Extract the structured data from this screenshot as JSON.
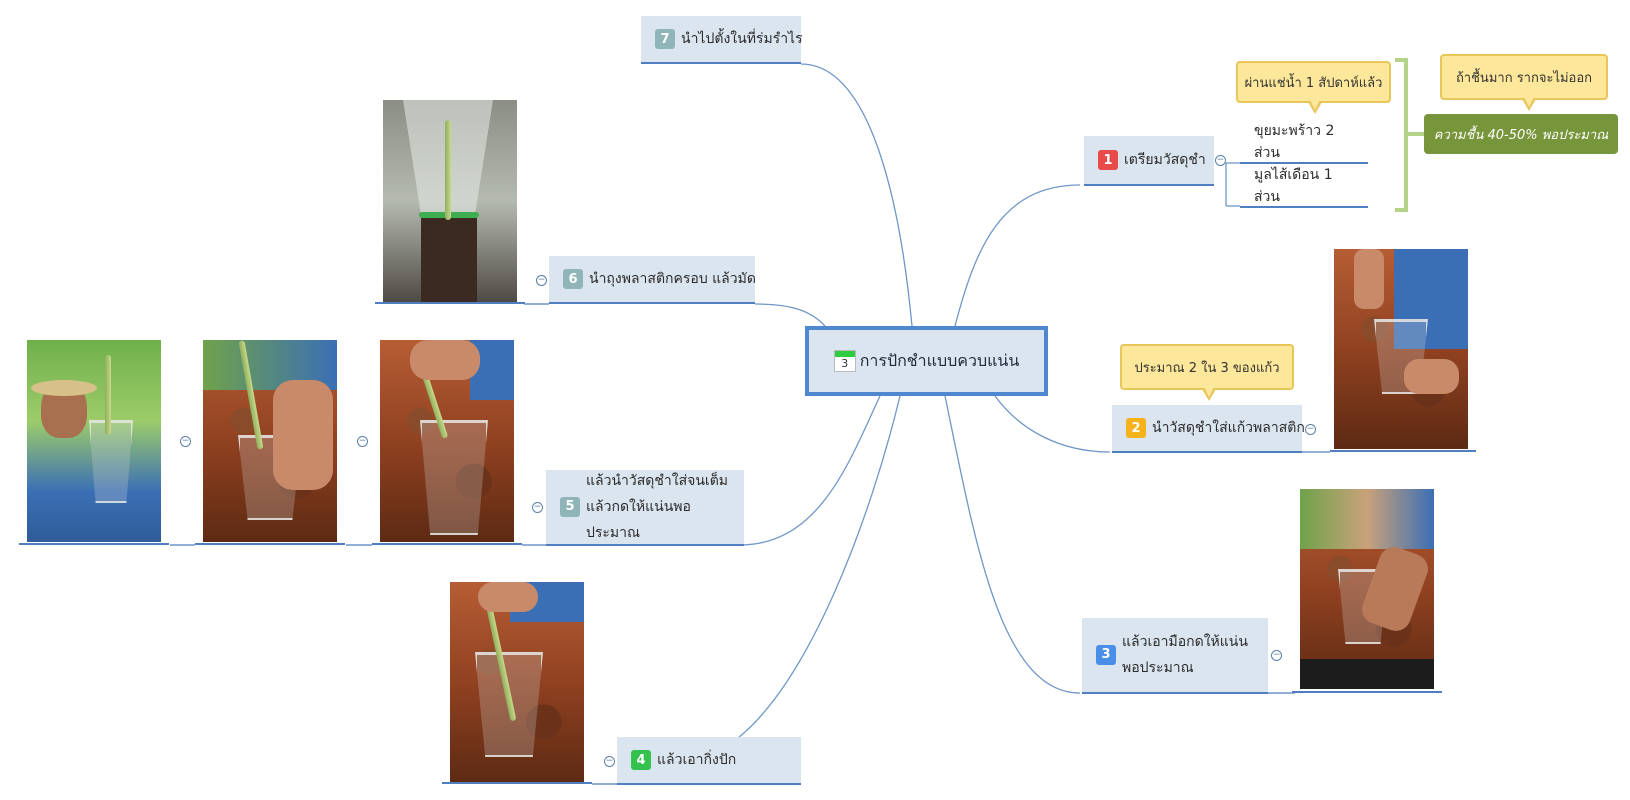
{
  "center": {
    "label": "การปักชำแบบควบแน่น",
    "icon": "calendar-icon",
    "icon_number": "3"
  },
  "branches": [
    {
      "number": "1",
      "label": "เตรียมวัสดุชำ",
      "color": "#e84a4a",
      "children": [
        "ขุยมะพร้าว 2 ส่วน",
        "มูลไส้เดือน 1 ส่วน"
      ]
    },
    {
      "number": "2",
      "label": "นำวัสดุชำใส่แก้วพลาสติก",
      "color": "#f5b21b"
    },
    {
      "number": "3",
      "label": "แล้วเอามือกดให้แน่นพอประมาณ",
      "color": "#4a8ee8"
    },
    {
      "number": "4",
      "label": "แล้วเอากิ่งปัก",
      "color": "#33c24d"
    },
    {
      "number": "5",
      "label": "แล้วนำวัสดุชำใส่จนเต็มแล้วกดให้แน่นพอประมาณ",
      "color": "#8fb5b8"
    },
    {
      "number": "6",
      "label": "นำถุงพลาสติกครอบ แล้วมัด",
      "color": "#8fb5b8"
    },
    {
      "number": "7",
      "label": "นำไปตั้งในที่ร่มรำไร",
      "color": "#8fb5b8"
    }
  ],
  "callouts": {
    "coconut_soak": "ผ่านแช่น้ำ 1 สัปดาห์แล้ว",
    "cup_fill": "ประมาณ 2 ใน 3 ของแก้ว",
    "too_wet": "ถ้าชื้นมาก รากจะไม่ออก"
  },
  "summary": "ความชื้น 40-50% พอประมาณ",
  "colors": {
    "node_bg": "#dbe5f0",
    "line": "#4f7fc1",
    "callout_bg": "#fde79a",
    "summary_bg": "#77953a"
  }
}
